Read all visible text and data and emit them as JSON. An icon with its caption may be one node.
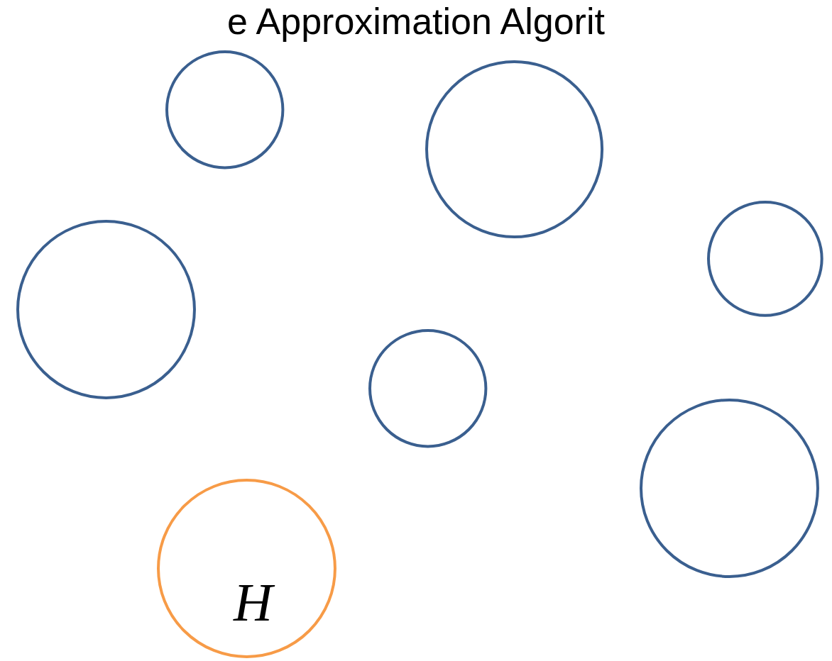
{
  "diagram": {
    "title": "e Approximation Algorit",
    "nodes": [
      {
        "text": [],
        "shape": "circle"
      },
      {
        "text": [],
        "shape": "circle"
      },
      {
        "text": [],
        "shape": "circle"
      },
      {
        "text": [],
        "shape": "circle"
      },
      {
        "text": [],
        "shape": "circle"
      },
      {
        "text": [],
        "shape": "circle"
      },
      {
        "text": [
          "H"
        ]
      }
    ]
  }
}
